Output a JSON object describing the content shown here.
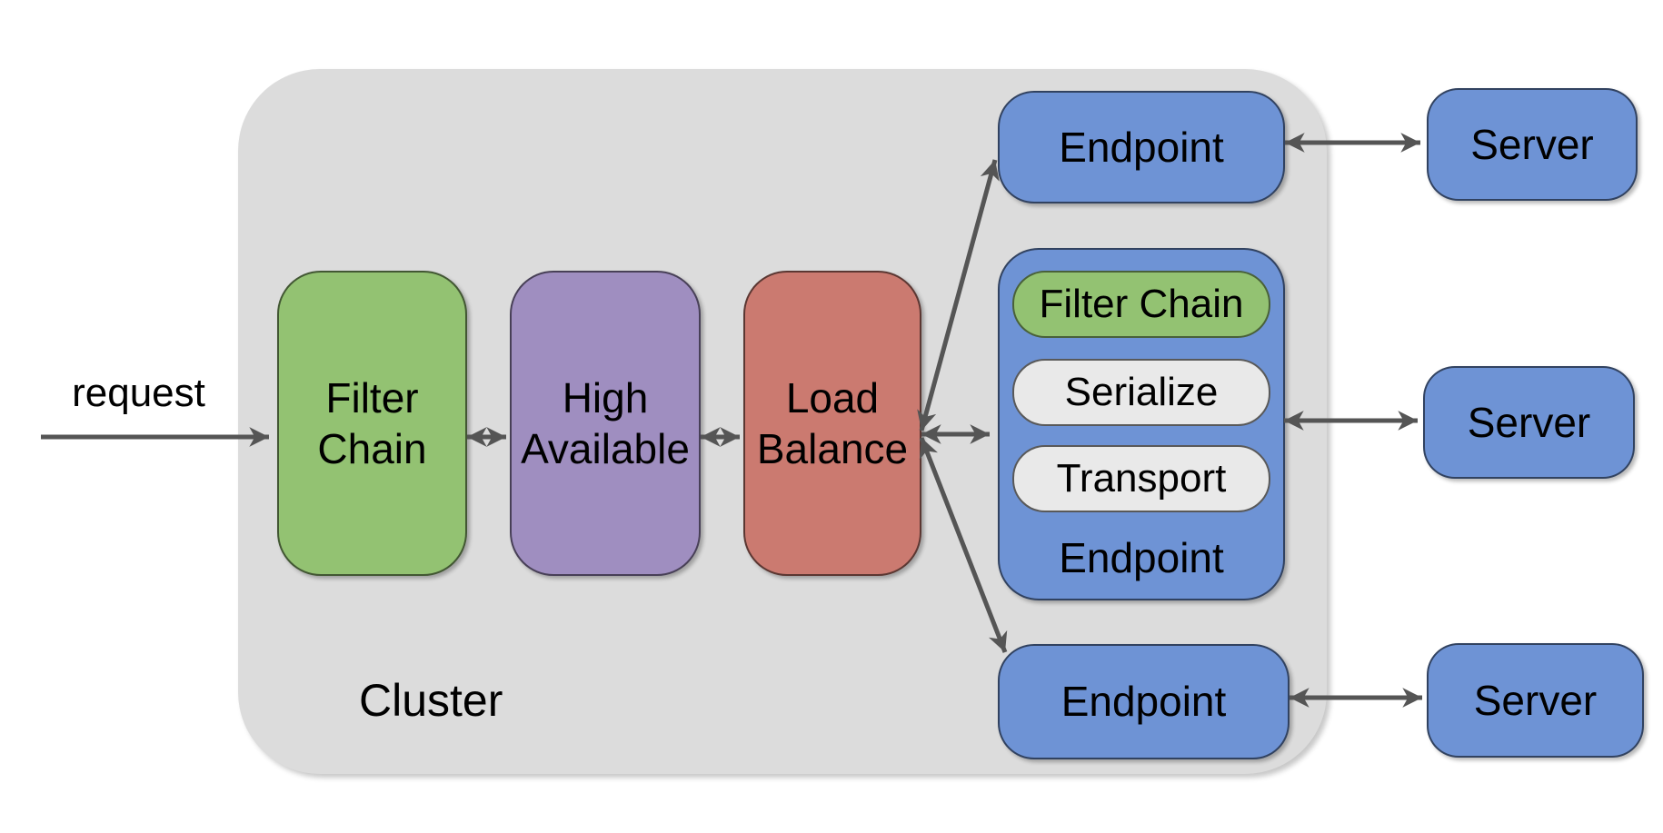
{
  "diagram": {
    "request_label": "request",
    "cluster": {
      "label": "Cluster",
      "stages": {
        "filter_chain": "Filter\nChain",
        "high_available": "High\nAvailable",
        "load_balance": "Load\nBalance"
      },
      "endpoints": {
        "top": "Endpoint",
        "middle": {
          "filter_chain": "Filter Chain",
          "serialize": "Serialize",
          "transport": "Transport",
          "label": "Endpoint"
        },
        "bottom": "Endpoint"
      }
    },
    "servers": {
      "top": "Server",
      "middle": "Server",
      "bottom": "Server"
    },
    "colors": {
      "cluster_bg": "#dcdcdc",
      "stage_green": "#93c272",
      "stage_purple": "#9f8ec0",
      "stage_red": "#cb7a70",
      "endpoint_blue": "#6e93d5",
      "pill_gray": "#e9e9e9",
      "arrow_gray": "#555555",
      "text": "#000000"
    }
  }
}
